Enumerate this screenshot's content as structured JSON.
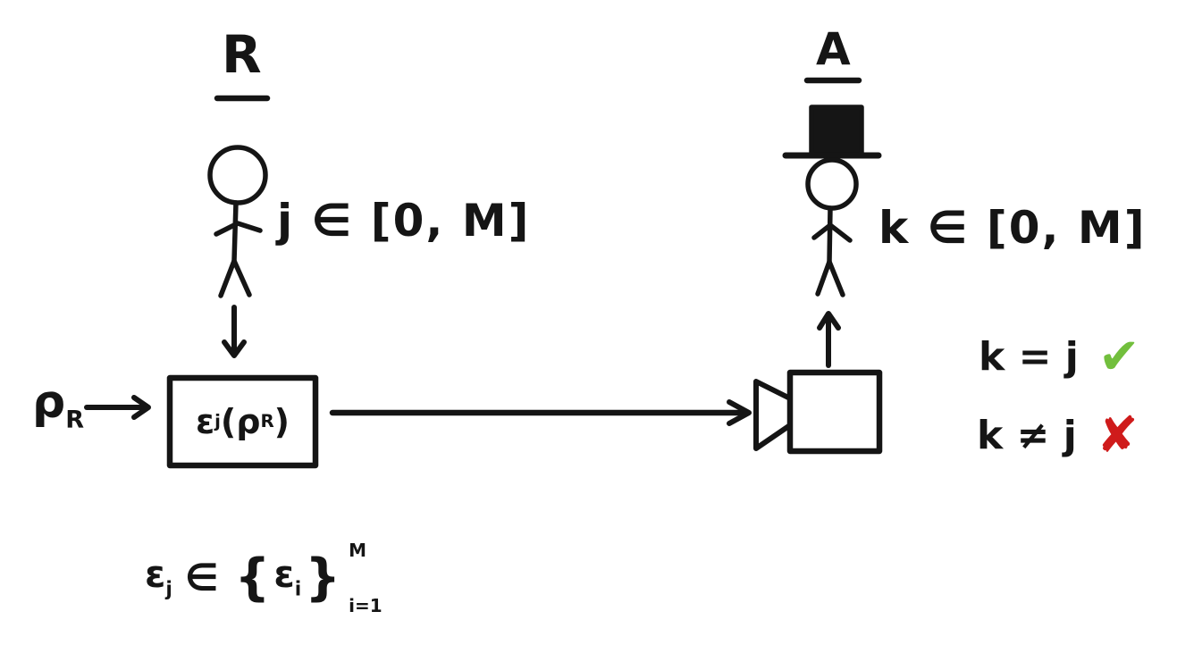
{
  "colors": {
    "ink": "#151515",
    "check_green": "#72bf3d",
    "cross_red": "#cf1b1b"
  },
  "referee": {
    "label": "R",
    "range_text": "j ∈ [0, M]"
  },
  "adversary": {
    "label": "A",
    "range_text": "k ∈ [0, M]"
  },
  "input_state": {
    "symbol": "ρ",
    "subscript": "R"
  },
  "channel_box": {
    "func_symbol": "ε",
    "func_subscript": "j",
    "open_paren": "(",
    "arg_symbol": "ρ",
    "arg_subscript": "R",
    "close_paren": ")"
  },
  "outcomes": [
    {
      "expression": "k = j",
      "icon": "check-icon",
      "icon_glyph": "✔",
      "icon_color": "#72bf3d"
    },
    {
      "expression": "k ≠ j",
      "icon": "cross-icon",
      "icon_glyph": "✘",
      "icon_color": "#cf1b1b"
    }
  ],
  "ensemble": {
    "symbol": "ε",
    "symbol_sub": "j",
    "element_of": "∈",
    "set_open": "{",
    "set_symbol": "ε",
    "set_sub": "i",
    "set_close": "}",
    "upper_limit": "M",
    "lower_limit": "i=1"
  }
}
